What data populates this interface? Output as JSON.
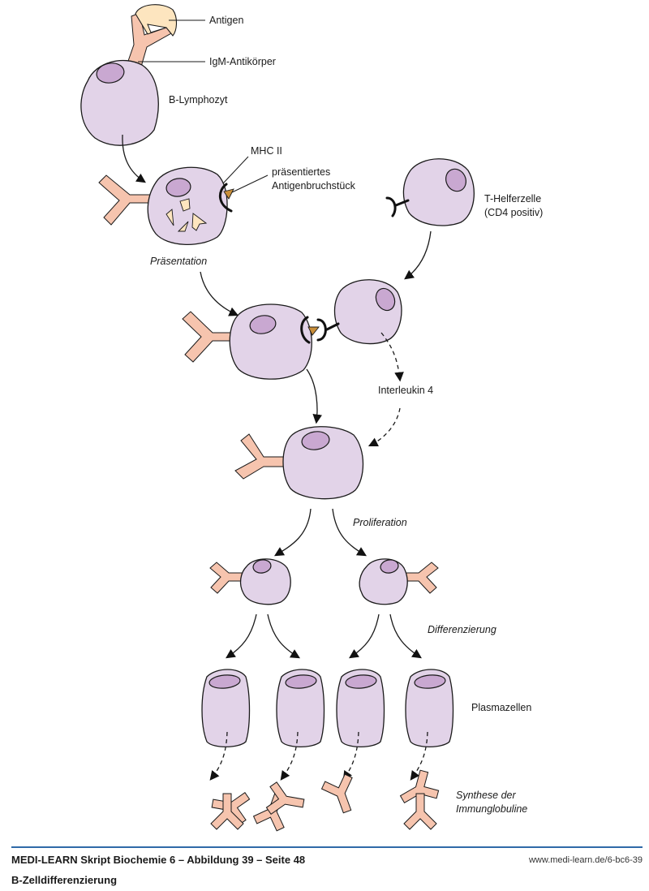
{
  "labels": {
    "antigen": "Antigen",
    "igm": "IgM-Antikörper",
    "b_lymphocyte": "B-Lymphozyt",
    "mhc2": "MHC II",
    "presented_fragment_1": "präsentiertes",
    "presented_fragment_2": "Antigenbruchstück",
    "t_helper_1": "T-Helferzelle",
    "t_helper_2": "(CD4 positiv)",
    "presentation": "Präsentation",
    "interleukin": "Interleukin 4",
    "proliferation": "Proliferation",
    "differentiation": "Differenzierung",
    "plasma_cells": "Plasmazellen",
    "synthesis_1": "Synthese der",
    "synthesis_2": "Immunglobuline"
  },
  "footer": {
    "source": "MEDI-LEARN Skript Biochemie 6 – Abbildung 39 – Seite 48",
    "url": "www.medi-learn.de/6-bc6-39",
    "title": "B-Zelldifferenzierung"
  },
  "colors": {
    "cell": "#e2d3e8",
    "nucleus": "#c9a8d1",
    "antibody": "#f6c4ae",
    "antigen": "#fde5bf",
    "peptide": "#c98f3a",
    "footer_rule": "#2f6aa8"
  }
}
